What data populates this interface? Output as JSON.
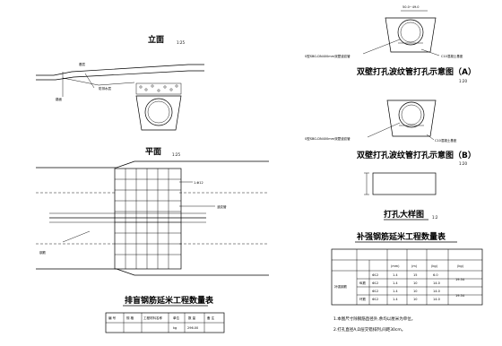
{
  "elevation": {
    "title": "立面",
    "scale": "1:25"
  },
  "plan": {
    "title": "平面",
    "scale": "1:25"
  },
  "section_a": {
    "title": "双壁打孔波纹管打孔示意图（A）",
    "scale": "1:20",
    "dim_label": "50.0~49.0",
    "pipe_label": "S型SBG-DN400mm双壁波纹管",
    "fill_label": "C10混凝土基座"
  },
  "section_b": {
    "title": "双壁打孔波纹管打孔示意图（B）",
    "scale": "1:20",
    "pipe_label": "S型SBG-DN400mm双壁波纹管",
    "fill_label": "C10混凝土基座"
  },
  "detail": {
    "title": "打孔大样图",
    "scale": "1:2"
  },
  "left_table": {
    "title": "排盲钢筋延米工程数量表",
    "header": [
      "编 号",
      "规 格",
      "工程材料名称",
      "单位",
      "数 量",
      "备 注"
    ],
    "row": [
      "",
      "",
      "",
      "kg",
      "296.00",
      ""
    ]
  },
  "right_table": {
    "title": "补强钢筋延米工程数量表",
    "header": [
      "",
      "",
      "(mm)",
      "(m)",
      "(kg)",
      "(kg)"
    ],
    "row_group_label": "补强钢筋",
    "rows": [
      {
        "sub": "",
        "spec": "Φ12",
        "len": "1.4",
        "n": "15",
        "wt": "6.0",
        "sum": "19.54"
      },
      {
        "sub": "纵筋",
        "spec": "Φ12",
        "len": "1.4",
        "n": "10",
        "wt": "14.0",
        "sum": ""
      },
      {
        "sub": "",
        "spec": "Φ12",
        "len": "1.4",
        "n": "10",
        "wt": "14.0",
        "sum": "19.54"
      },
      {
        "sub": "环筋",
        "spec": "Φ12",
        "len": "1.4",
        "n": "10",
        "wt": "14.0",
        "sum": ""
      }
    ]
  },
  "notes": [
    "1.本图尺寸除钢筋直径外,余均以厘米为单位。",
    "2.打孔直径A,D层交错排列,间距30cm。"
  ]
}
